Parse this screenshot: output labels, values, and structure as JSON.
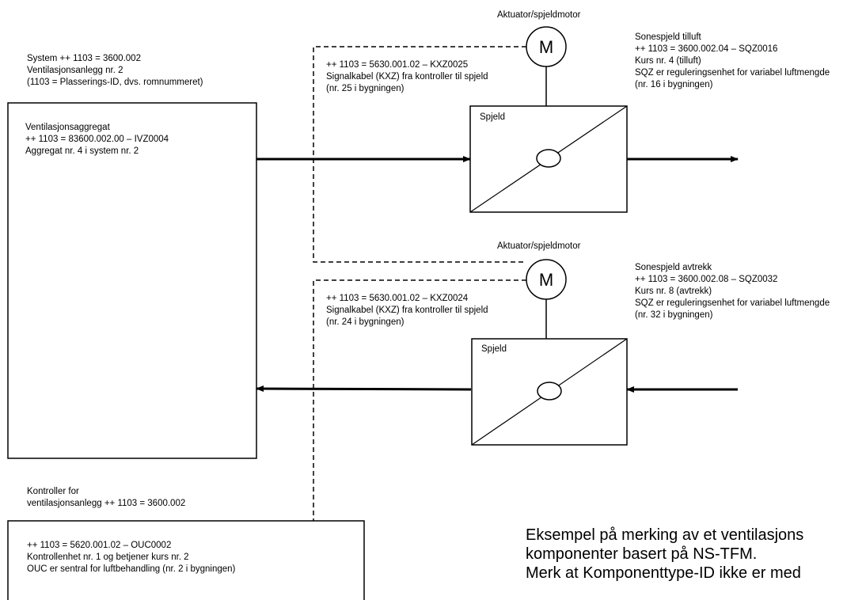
{
  "system_label": {
    "line1": "System ++ 1103 = 3600.002",
    "line2": "Ventilasjonsanlegg nr. 2",
    "line3": "(1103 = Plasserings-ID, dvs. romnummeret)"
  },
  "unit_box": {
    "line1": "Ventilasjonsaggregat",
    "line2": "++ 1103 = 83600.002.00 – IVZ0004",
    "line3": "Aggregat nr. 4 i system nr. 2"
  },
  "actuator_top": {
    "title": "Aktuator/spjeldmotor",
    "symbol": "M"
  },
  "actuator_bottom": {
    "title": "Aktuator/spjeldmotor",
    "symbol": "M"
  },
  "cable_top": {
    "line1": "++ 1103 = 5630.001.02 – KXZ0025",
    "line2": "Signalkabel (KXZ) fra kontroller til spjeld",
    "line3": "(nr. 25 i bygningen)"
  },
  "cable_bottom": {
    "line1": "++ 1103 = 5630.001.02 – KXZ0024",
    "line2": "Signalkabel (KXZ) fra kontroller til spjeld",
    "line3": "(nr. 24 i bygningen)"
  },
  "damper_supply": {
    "box_label": "Spjeld",
    "line1": "Sonespjeld tilluft",
    "line2": "++ 1103 = 3600.002.04 – SQZ0016",
    "line3": "Kurs nr. 4 (tilluft)",
    "line4": "SQZ er reguleringsenhet for variabel luftmengde",
    "line5": "(nr. 16 i bygningen)"
  },
  "damper_exhaust": {
    "box_label": "Spjeld",
    "line1": "Sonespjeld avtrekk",
    "line2": "++ 1103 = 3600.002.08 – SQZ0032",
    "line3": "Kurs nr. 8 (avtrekk)",
    "line4": "SQZ er reguleringsenhet for variabel luftmengde",
    "line5": "(nr. 32 i bygningen)"
  },
  "controller_label": {
    "line1": "Kontroller for",
    "line2": "ventilasjonsanlegg ++ 1103 = 3600.002"
  },
  "controller_box": {
    "line1": "++ 1103 = 5620.001.02 – OUC0002",
    "line2": "Kontrollenhet nr. 1 og betjener kurs nr. 2",
    "line3": "OUC er sentral for luftbehandling (nr. 2 i bygningen)"
  },
  "caption": {
    "line1": "Eksempel på merking av et ventilasjons",
    "line2": "komponenter basert på NS-TFM.",
    "line3": "Merk at Komponenttype-ID ikke er med"
  }
}
